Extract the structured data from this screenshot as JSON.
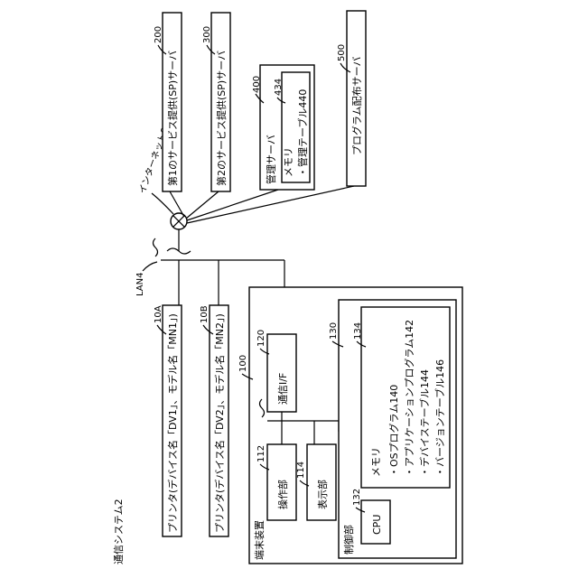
{
  "system_label": "通信システム2",
  "internet": {
    "label": "インターネット6"
  },
  "lan": {
    "label": "LAN4"
  },
  "servers": [
    {
      "ref": "200",
      "label": "第1のサービス提供(SP)サーバ"
    },
    {
      "ref": "300",
      "label": "第2のサービス提供(SP)サーバ"
    },
    {
      "ref": "500",
      "label": "プログラム配布サーバ"
    }
  ],
  "management_server": {
    "ref": "400",
    "label": "管理サーバ",
    "memory": {
      "ref": "434",
      "title": "メモリ",
      "item": "・管理テーブル440"
    }
  },
  "printers": [
    {
      "ref": "10A",
      "label": "プリンタ(デバイス名「DV1」、モデル名「MN1」)"
    },
    {
      "ref": "10B",
      "label": "プリンタ(デバイス名「DV2」、モデル名「MN2」)"
    }
  ],
  "terminal": {
    "ref": "100",
    "label": "端末装置",
    "comm": {
      "ref": "120",
      "label": "通信I/F"
    },
    "operation": {
      "ref": "112",
      "label": "操作部"
    },
    "display": {
      "ref": "114",
      "label": "表示部"
    },
    "control": {
      "ref": "130",
      "label": "制御部",
      "cpu": {
        "ref": "132",
        "label": "CPU"
      },
      "memory": {
        "ref": "134",
        "title": "メモリ",
        "items": [
          "・OSプログラム140",
          "・アプリケーションプログラム142",
          "・デバイステーブル144",
          "・バージョンテーブル146"
        ]
      }
    }
  }
}
